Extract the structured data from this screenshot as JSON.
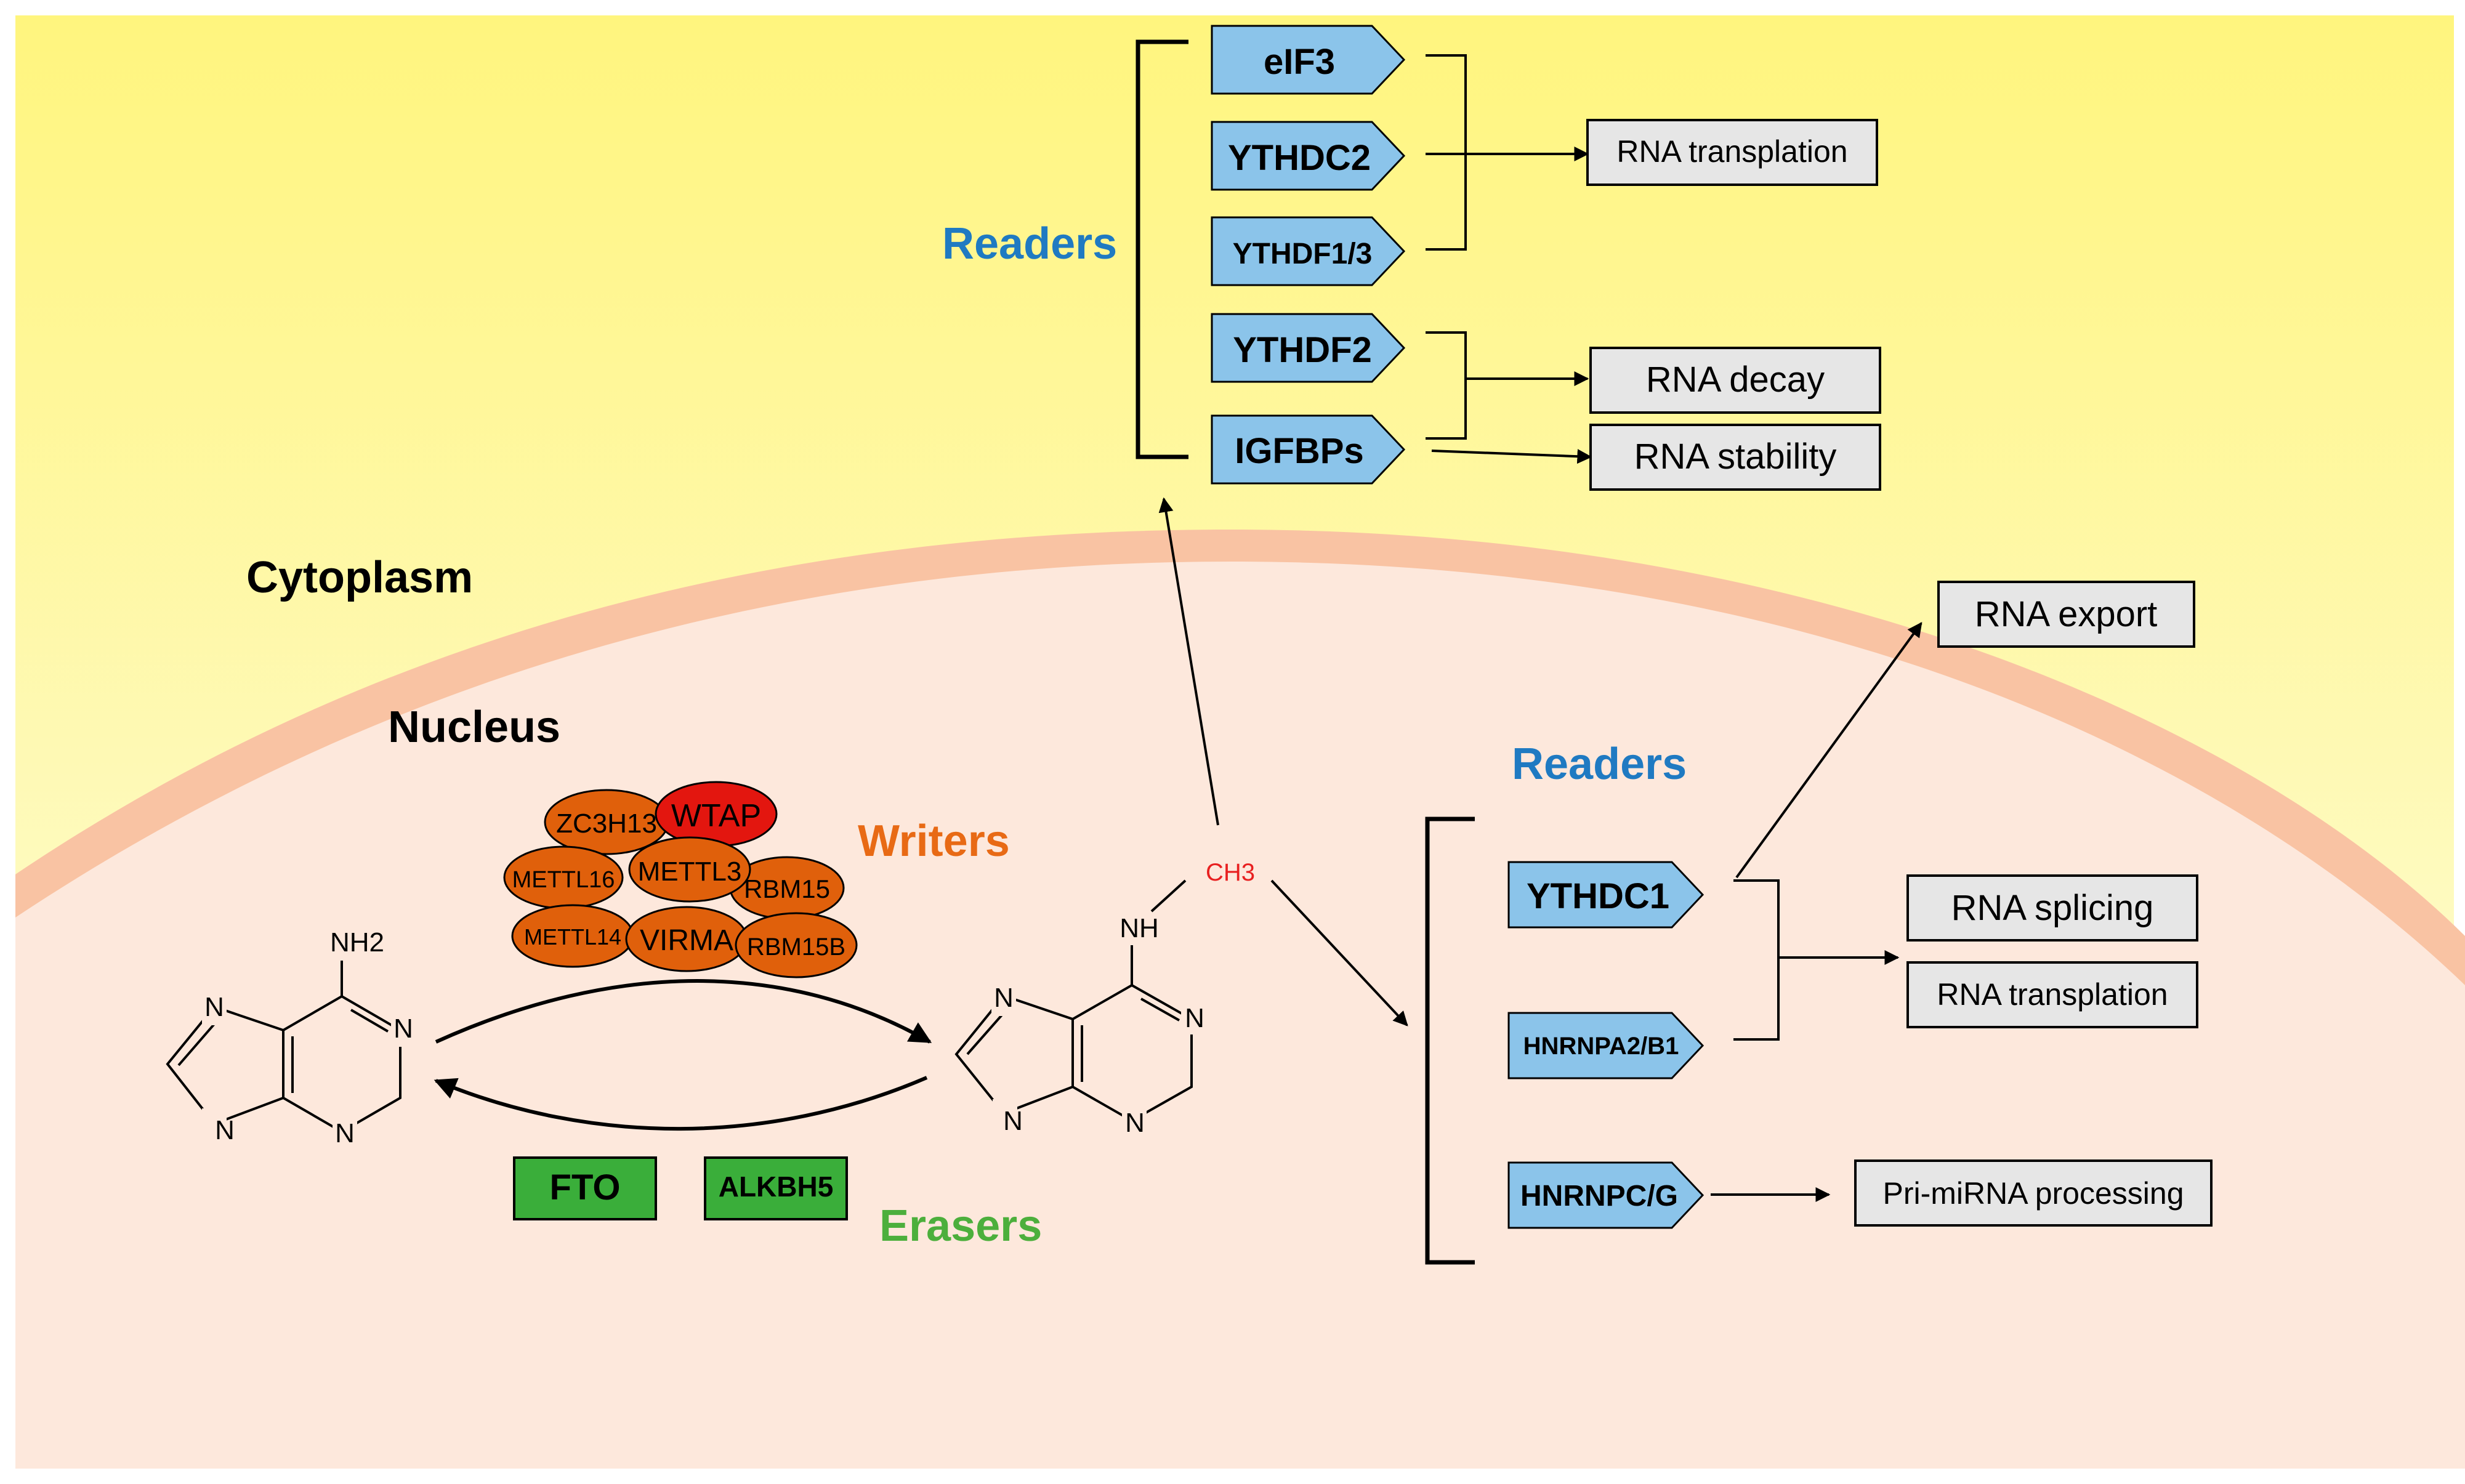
{
  "colors": {
    "cytoplasm_top": "#fff57e",
    "cytoplasm_bottom": "#fefde8",
    "nucleus_fill": "#fde8dc",
    "nucleus_membrane": "#f9c3a3",
    "reader_tag_fill": "#8bc4ea",
    "outcome_box_fill": "#e6e6e6",
    "writer_fill": "#e0600b",
    "wtap_fill": "#e3160f",
    "eraser_fill": "#3aae3a",
    "section_readers": "#1f7ac2",
    "section_writers": "#e86a15",
    "section_erasers": "#4caf3c",
    "methyl_red": "#e82020"
  },
  "compartments": {
    "cytoplasm": "Cytoplasm",
    "nucleus": "Nucleus"
  },
  "sections": {
    "readers_cyto": "Readers",
    "readers_nuc": "Readers",
    "writers": "Writers",
    "erasers": "Erasers"
  },
  "cyto_readers": [
    "eIF3",
    "YTHDC2",
    "YTHDF1/3",
    "YTHDF2",
    "IGFBPs"
  ],
  "cyto_outcomes": {
    "translation": "RNA transplation",
    "decay": "RNA decay",
    "stability": "RNA stability"
  },
  "nuc_readers": [
    "YTHDC1",
    "HNRNPA2/B1",
    "HNRNPC/G"
  ],
  "nuc_outcomes": {
    "export": "RNA export",
    "splicing": "RNA splicing",
    "translation": "RNA transplation",
    "mirna": "Pri-miRNA processing"
  },
  "writers": [
    "ZC3H13",
    "WTAP",
    "METTL16",
    "METTL3",
    "RBM15",
    "METTL14",
    "VIRMA",
    "RBM15B"
  ],
  "erasers": [
    "FTO",
    "ALKBH5"
  ],
  "molecule_adenine": {
    "amino_group": "NH2",
    "ring_atoms": [
      "N",
      "N",
      "N",
      "N"
    ]
  },
  "molecule_m6a": {
    "amine": "NH",
    "methyl": "CH3",
    "ring_atoms": [
      "N",
      "N",
      "N",
      "N"
    ]
  }
}
